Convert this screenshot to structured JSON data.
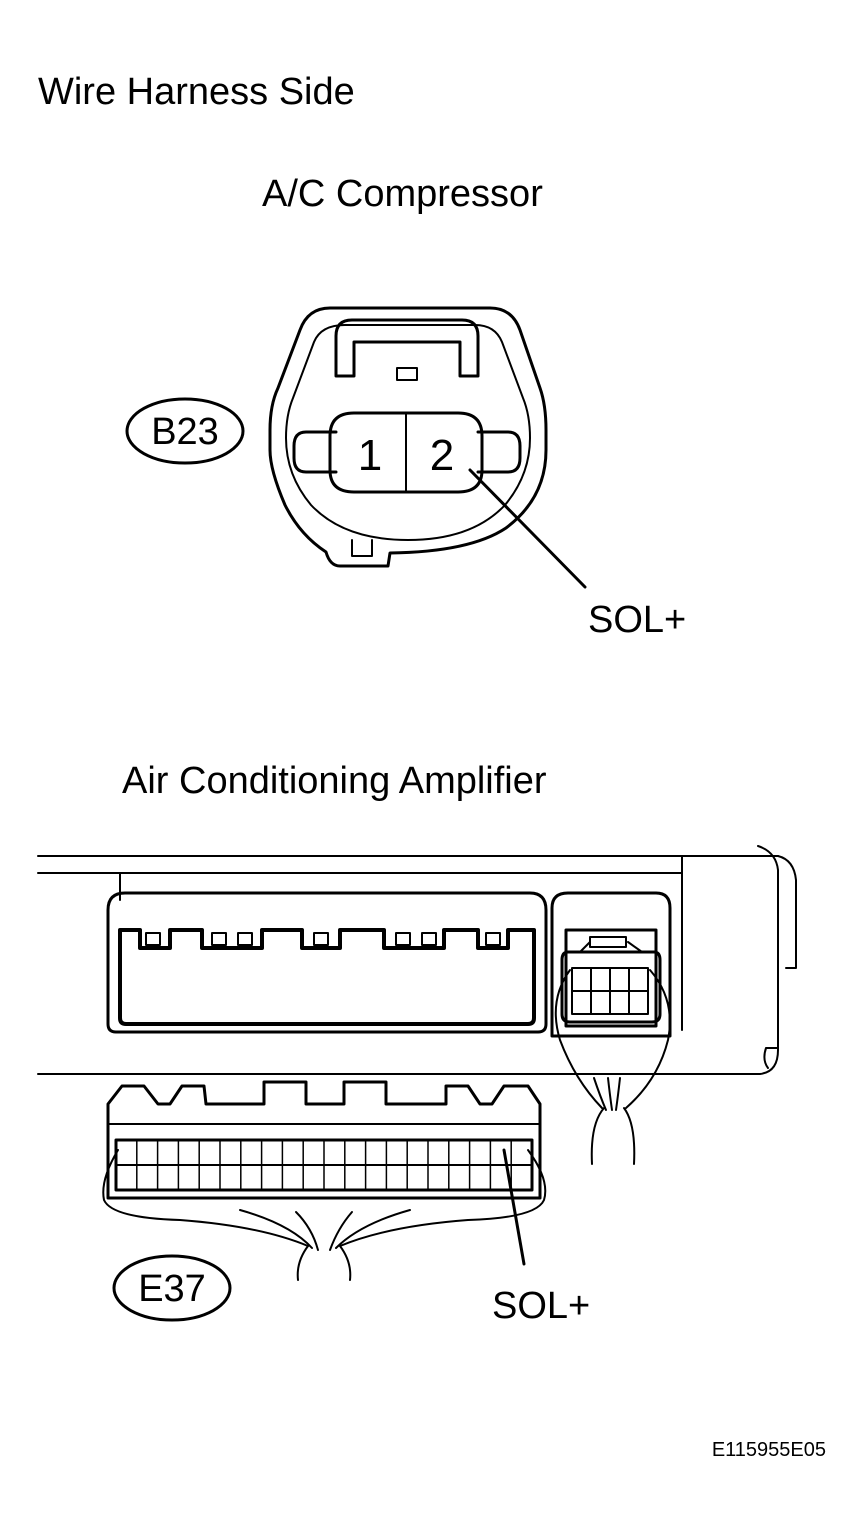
{
  "title": "Wire Harness Side",
  "compressor": {
    "heading": "A/C Compressor",
    "connector_id": "B23",
    "pins": [
      "1",
      "2"
    ],
    "signal": "SOL+"
  },
  "amplifier": {
    "heading": "Air Conditioning Amplifier",
    "connector_id": "E37",
    "signal": "SOL+"
  },
  "figure_code": "E115955E05"
}
